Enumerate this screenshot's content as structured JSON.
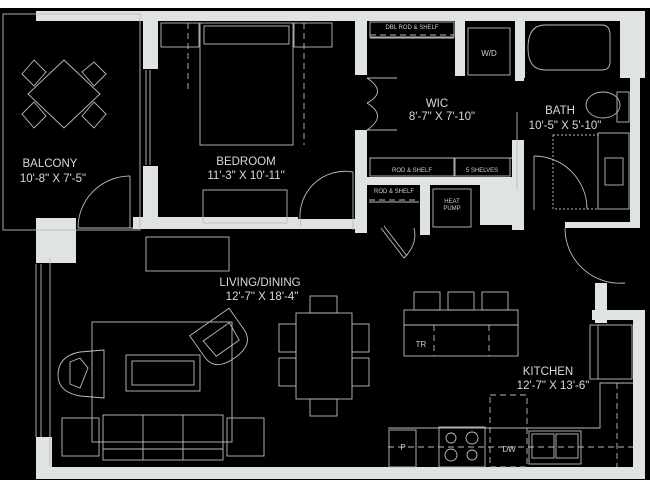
{
  "floorplan": {
    "rooms": {
      "balcony": {
        "name": "BALCONY",
        "dims": "10'-8\" X 7'-5\""
      },
      "bedroom": {
        "name": "BEDROOM",
        "dims": "11'-3\" X 10'-11\""
      },
      "wic": {
        "name": "WIC",
        "dims": "8'-7\" X 7'-10\""
      },
      "bath": {
        "name": "BATH",
        "dims": "10'-5\" X 5'-10\""
      },
      "living_dining": {
        "name": "LIVING/DINING",
        "dims": "12'-7\" X 18'-4\""
      },
      "kitchen": {
        "name": "KITCHEN",
        "dims": "12'-7\" X 13'-6\""
      }
    },
    "fixtures": {
      "dbl_rod_shelf": "DBL ROD & SHELF",
      "washer_dryer": "W/D",
      "rod_shelf_wic": "ROD & SHELF",
      "five_shelves": "5 SHELVES",
      "rod_shelf_closet": "ROD & SHELF",
      "heat_pump_line1": "HEAT",
      "heat_pump_line2": "PUMP",
      "trash": "TR",
      "pantry": "P",
      "dishwasher": "DW"
    },
    "colors": {
      "floor": "#000000",
      "walls": "#dfe3e2",
      "linework": "#bdbdbd",
      "text": "#d9d9d9",
      "background": "#ffffff"
    }
  }
}
